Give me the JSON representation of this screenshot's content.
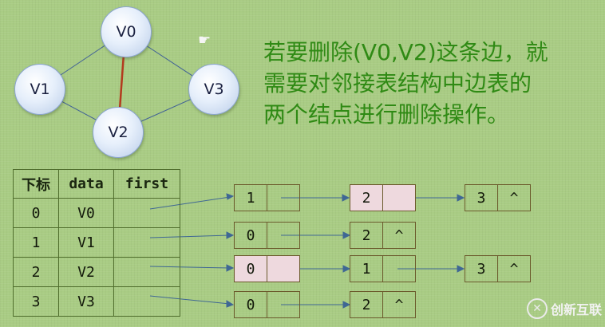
{
  "graph": {
    "nodes": [
      "V0",
      "V1",
      "V2",
      "V3"
    ],
    "highlight_edge": [
      "V0",
      "V2"
    ],
    "highlight_color": "#b33a1e",
    "edge_color": "#3f5f96"
  },
  "description": {
    "line1": "若要删除(V0,V2)这条边，就",
    "line2": "需要对邻接表结构中边表的",
    "line3": "两个结点进行删除操作。"
  },
  "vertex_table": {
    "headers": [
      "下标",
      "data",
      "first"
    ],
    "rows": [
      {
        "index": "0",
        "data": "V0"
      },
      {
        "index": "1",
        "data": "V1"
      },
      {
        "index": "2",
        "data": "V2"
      },
      {
        "index": "3",
        "data": "V3"
      }
    ]
  },
  "edge_lists": [
    [
      {
        "adjvex": "1",
        "next": ""
      },
      {
        "adjvex": "2",
        "next": ""
      },
      {
        "adjvex": "3",
        "next": "^"
      }
    ],
    [
      {
        "adjvex": "0",
        "next": ""
      },
      {
        "adjvex": "2",
        "next": "^"
      }
    ],
    [
      {
        "adjvex": "0",
        "next": ""
      },
      {
        "adjvex": "1",
        "next": ""
      },
      {
        "adjvex": "3",
        "next": "^"
      }
    ],
    [
      {
        "adjvex": "0",
        "next": ""
      },
      {
        "adjvex": "2",
        "next": "^"
      }
    ]
  ],
  "icons": {
    "cursor": "hand-pointer-icon",
    "logo": "brand-logo-icon"
  },
  "logo": {
    "mark": "✕",
    "text": "创新互联"
  }
}
